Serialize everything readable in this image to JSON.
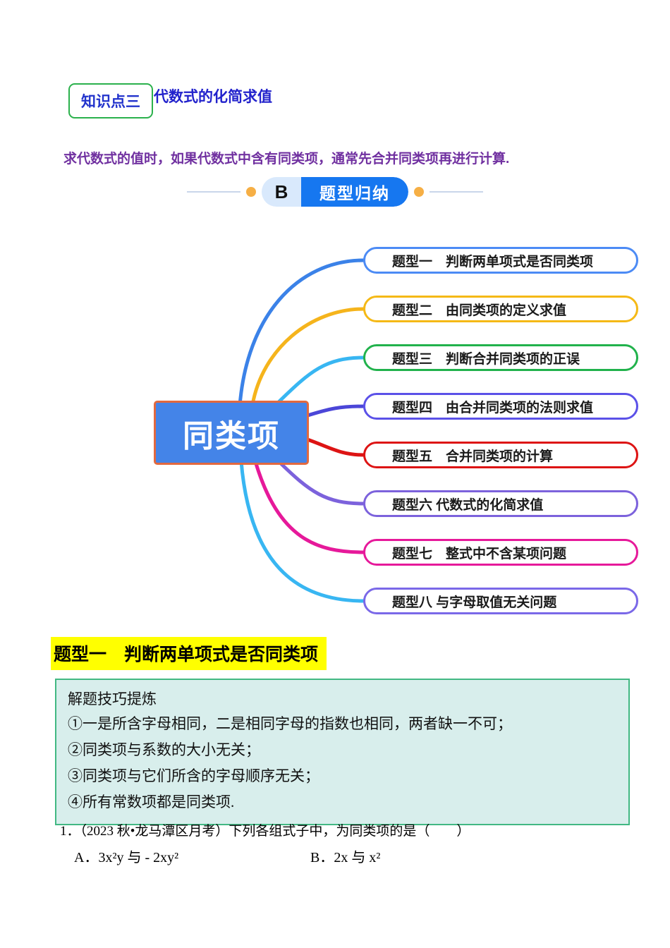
{
  "knowledge_point": {
    "badge": "知识点三",
    "title": "代数式的化简求值",
    "note": "求代数式的值时，如果代数式中含有同类项，通常先合并同类项再进行计算."
  },
  "section_badge": {
    "letter": "B",
    "label": "题型归纳"
  },
  "mindmap": {
    "center": "同类项",
    "center_bg": "#4484e8",
    "center_border": "#e2693f",
    "branches": [
      {
        "label": "题型一　判断两单项式是否同类项",
        "border_color": "#4c8bf5",
        "line_color": "#3b82e8"
      },
      {
        "label": "题型二　由同类项的定义求值",
        "border_color": "#f5b916",
        "line_color": "#f5b41c"
      },
      {
        "label": "题型三　判断合并同类项的正误",
        "border_color": "#21b24c",
        "line_color": "#38b6f2"
      },
      {
        "label": "题型四　由合并同类项的法则求值",
        "border_color": "#5b51e8",
        "line_color": "#4b46d8"
      },
      {
        "label": "题型五　合并同类项的计算",
        "border_color": "#dd1414",
        "line_color": "#dd1414"
      },
      {
        "label": "题型六 代数式的化简求值",
        "border_color": "#7c62dc",
        "line_color": "#7c62dc"
      },
      {
        "label": "题型七　整式中不含某项问题",
        "border_color": "#e6199a",
        "line_color": "#e6199a"
      },
      {
        "label": "题型八 与字母取值无关问题",
        "border_color": "#7a68e8",
        "line_color": "#38b6f2"
      }
    ]
  },
  "section1": {
    "heading": "题型一　判断两单项式是否同类项",
    "highlight_color": "#ffff00",
    "tips": {
      "title": "解题技巧提炼",
      "items": [
        "①一是所含字母相同，二是相同字母的指数也相同，两者缺一不可；",
        "②同类项与系数的大小无关；",
        "③同类项与它们所含的字母顺序无关；",
        "④所有常数项都是同类项."
      ],
      "box_bg": "#d8eeec",
      "box_border": "#42b883"
    },
    "question": {
      "number": "1．",
      "text": "（2023 秋•龙马潭区月考）下列各组式子中，为同类项的是（　　）",
      "options": [
        {
          "label": "A．",
          "formula": "3x²y 与 - 2xy²"
        },
        {
          "label": "B．",
          "formula": "2x 与 x²"
        }
      ]
    }
  },
  "colors": {
    "kp_badge_border": "#2bb14c",
    "kp_badge_text": "#2233cc",
    "kp_title": "#2222cc",
    "note_text": "#7030a0",
    "b_badge_left_bg": "#d9e9fc",
    "b_badge_right_bg": "#1677f0",
    "b_badge_dot": "#f6af45"
  }
}
